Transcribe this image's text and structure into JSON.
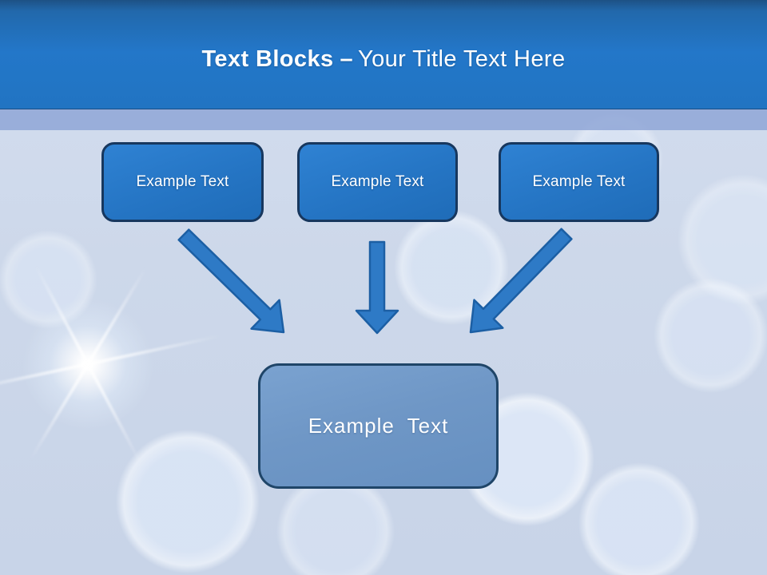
{
  "slide": {
    "title": {
      "bold": "Text Blocks",
      "dash": "–",
      "regular": "Your Title Text Here"
    },
    "blocks": [
      {
        "label": "Example Text"
      },
      {
        "label": "Example Text"
      },
      {
        "label": "Example Text"
      }
    ],
    "result_block": {
      "label": "Example Text"
    },
    "icons": [
      {
        "name": "arrow-down-right-icon"
      },
      {
        "name": "arrow-down-icon"
      },
      {
        "name": "arrow-down-left-icon"
      },
      {
        "name": "starburst-sparkle-icon"
      }
    ]
  },
  "colors": {
    "header_gradient_top": "#1d5185",
    "header_gradient_main": "#2377c9",
    "accent_band": "#9db3dc",
    "body_background": "#cfd9eb",
    "block_fill": "#2979c9",
    "block_border": "#17375e",
    "result_fill": "#6f97c6",
    "result_border": "#1f4568",
    "arrow_fill": "#2e7ac6",
    "arrow_stroke": "#1c5fa4",
    "title_text": "#ffffff",
    "block_text": "#ffffff"
  }
}
